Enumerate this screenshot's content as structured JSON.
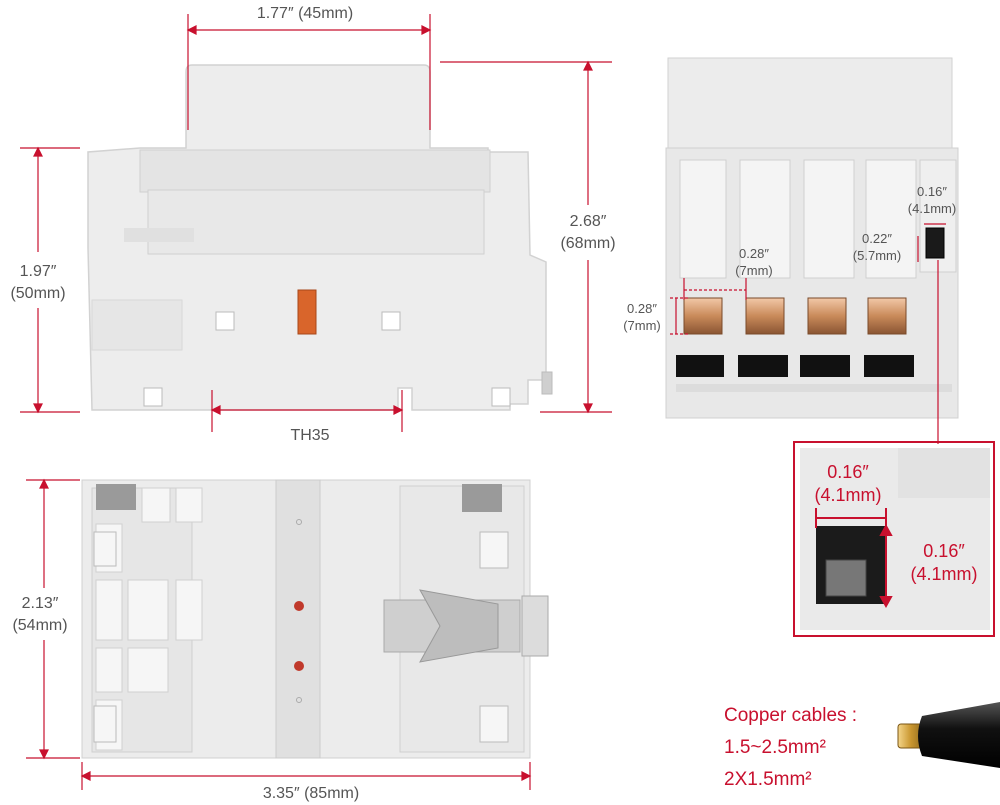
{
  "front_view": {
    "width_label": "1.77″ (45mm)",
    "height_body_label_1": "1.97″",
    "height_body_label_2": "(50mm)",
    "height_total_label_1": "2.68″",
    "height_total_label_2": "(68mm)",
    "rail_label": "TH35"
  },
  "side_view": {
    "terminal_pitch_1": "0.28″",
    "terminal_pitch_2": "(7mm)",
    "terminal_height_1": "0.28″",
    "terminal_height_2": "(7mm)",
    "aux_offset_1": "0.22″",
    "aux_offset_2": "(5.7mm)",
    "aux_width_1": "0.16″",
    "aux_width_2": "(4.1mm)"
  },
  "zoom_view": {
    "width_1": "0.16″",
    "width_2": "(4.1mm)",
    "height_1": "0.16″",
    "height_2": "(4.1mm)"
  },
  "bottom_view": {
    "height_label_1": "2.13″",
    "height_label_2": "(54mm)",
    "width_label": "3.35″ (85mm)"
  },
  "legend": {
    "title": "Copper cables :",
    "spec_1": "1.5~2.5mm²",
    "spec_2": "2X1.5mm²"
  },
  "colors": {
    "dimension_red": "#c8102e",
    "dimension_grey": "#555555",
    "housing": "#ececec",
    "terminal_copper": "#c98a5a",
    "toggle_orange": "#d9652b"
  }
}
